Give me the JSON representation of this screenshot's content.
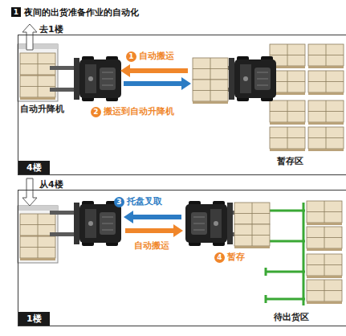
{
  "diagram": {
    "title": "夜间的出货准备作业的自动化",
    "nodes": [
      {
        "text": [
          "4楼"
        ]
      },
      {
        "text": [
          "去1楼",
          "自动升降机"
        ],
        "in": 0
      },
      {
        "text": [
          "暂存区"
        ],
        "in": 0
      },
      {
        "text": [
          "1楼"
        ]
      },
      {
        "text": [
          "从4楼"
        ],
        "in": 3
      },
      {
        "text": [
          "待出货区"
        ],
        "in": 3
      }
    ],
    "labels": [
      "1",
      "1",
      "自动搬运",
      "2",
      "搬运到自动升降机",
      "3",
      "托盘叉取",
      "自动搬运",
      "4",
      "暂存"
    ]
  }
}
